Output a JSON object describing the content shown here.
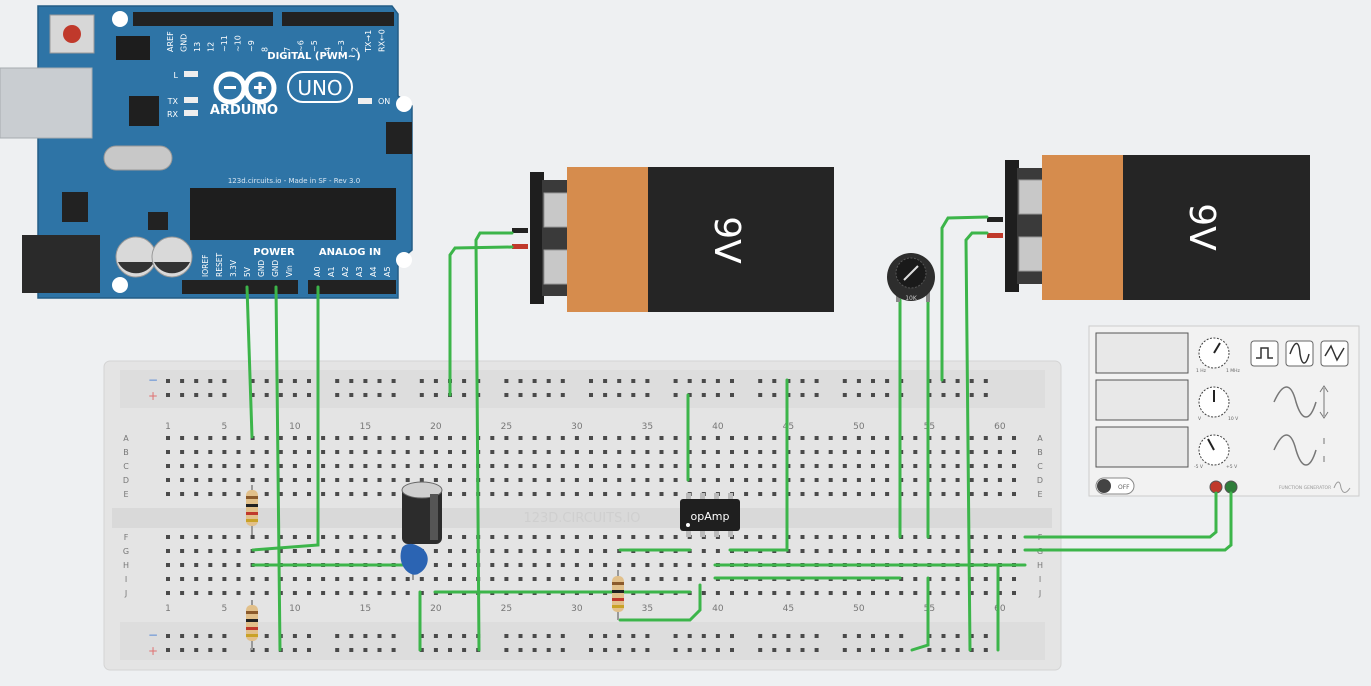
{
  "arduino": {
    "brand": "ARDUINO",
    "model": "UNO",
    "subtitle": "123d.circuits.io - Made in SF - Rev 3.0",
    "header_digital": "DIGITAL (PWM~)",
    "header_power": "POWER",
    "header_analog": "ANALOG IN",
    "top_pins": [
      "AREF",
      "GND",
      "13",
      "12",
      "~11",
      "~10",
      "~9",
      "8"
    ],
    "top_pins2": [
      "7",
      "~6",
      "~5",
      "4",
      "~3",
      "2",
      "TX→1",
      "RX←0"
    ],
    "power_pins": [
      "IOREF",
      "RESET",
      "3.3V",
      "5V",
      "GND",
      "GND",
      "Vin"
    ],
    "analog_pins": [
      "A0",
      "A1",
      "A2",
      "A3",
      "A4",
      "A5"
    ],
    "led_l": "L",
    "led_tx": "TX",
    "led_rx": "RX",
    "led_on": "ON"
  },
  "batteries": [
    {
      "label": "9V"
    },
    {
      "label": "9V"
    }
  ],
  "potentiometer": {
    "label": "10K"
  },
  "opamp": {
    "label": "opAmp"
  },
  "breadboard": {
    "watermark": "123D.CIRCUITS.IO",
    "col_numbers": [
      "1",
      "5",
      "10",
      "15",
      "20",
      "25",
      "30",
      "35",
      "40",
      "45",
      "50",
      "55",
      "60"
    ],
    "row_letters_top": [
      "A",
      "B",
      "C",
      "D",
      "E"
    ],
    "row_letters_bottom": [
      "F",
      "G",
      "H",
      "I",
      "J"
    ],
    "rail_minus": "−",
    "rail_plus": "+"
  },
  "function_generator": {
    "switch_label": "OFF",
    "knob_labels": [
      "1 Hz",
      "1 MHz",
      "V",
      "10 V",
      "-5 V",
      "+5 V"
    ],
    "brand_text": "FUNCTION GENERATOR"
  },
  "colors": {
    "arduino_blue": "#2b6f9e",
    "wire_green": "#3cb54a",
    "battery_orange": "#d68c4d",
    "battery_black": "#252525",
    "breadboard": "#e6e6e6"
  }
}
